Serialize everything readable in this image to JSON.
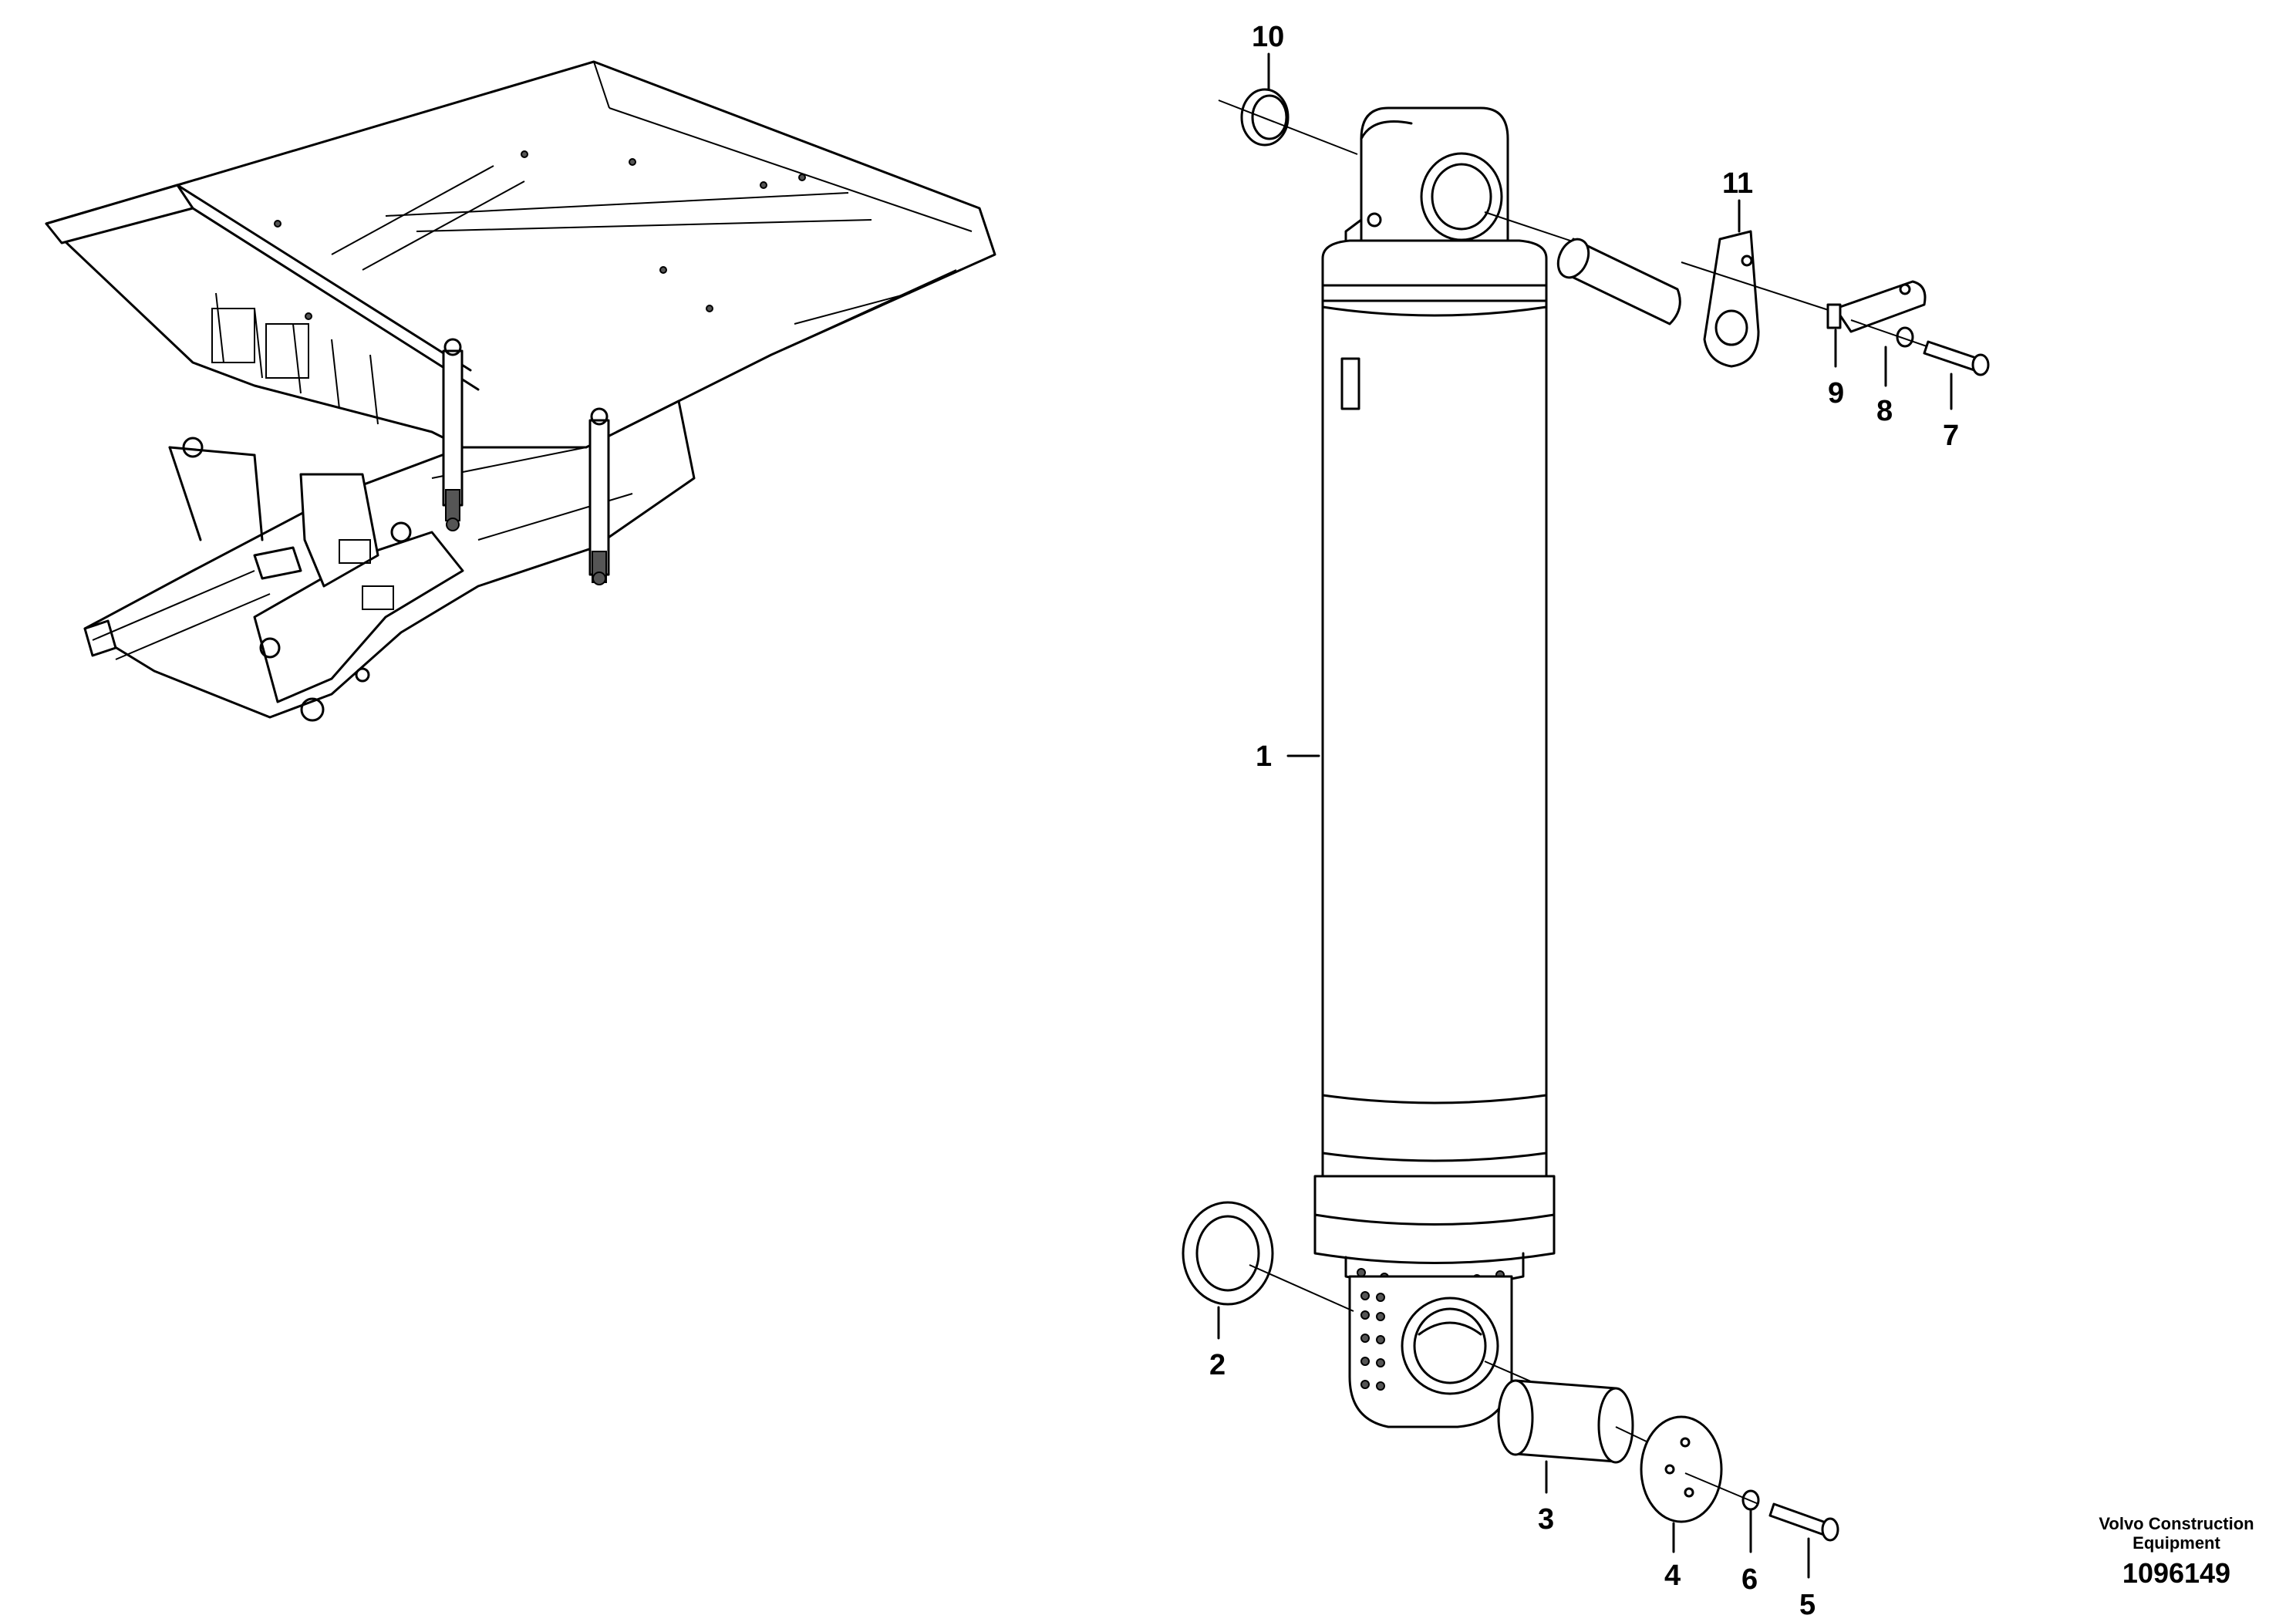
{
  "callouts": {
    "c1": "1",
    "c2": "2",
    "c3": "3",
    "c4": "4",
    "c5": "5",
    "c6": "6",
    "c7": "7",
    "c8": "8",
    "c9": "9",
    "c10": "10",
    "c11": "11"
  },
  "footer": {
    "company_line1": "Volvo Construction",
    "company_line2": "Equipment",
    "drawing_number": "1096149"
  },
  "colors": {
    "line": "#000000",
    "background": "#ffffff"
  }
}
